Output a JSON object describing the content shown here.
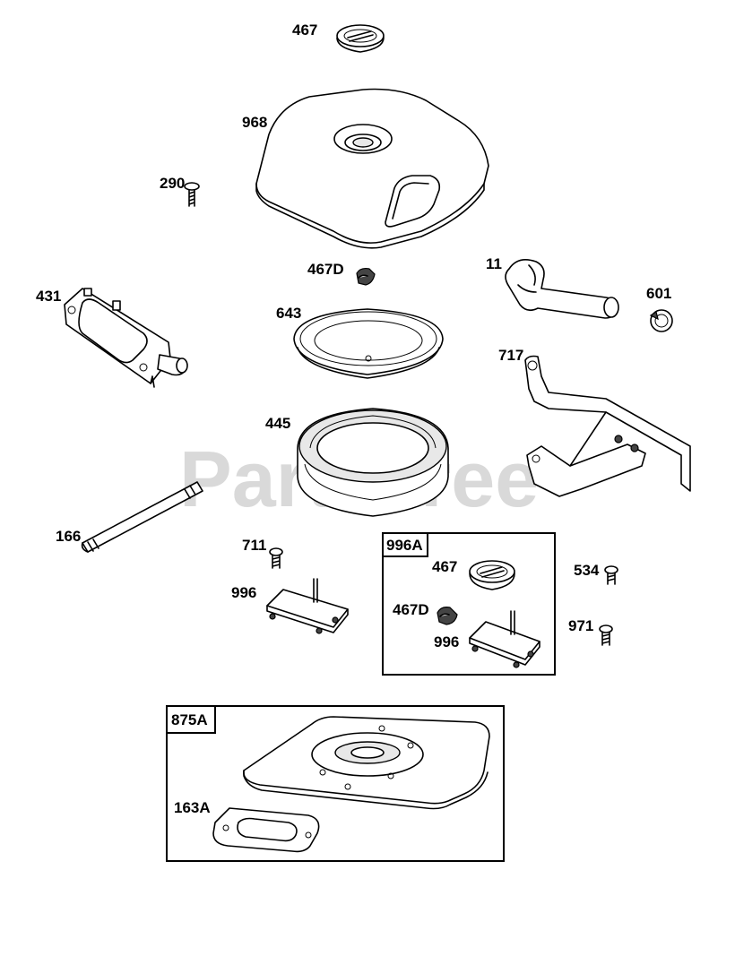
{
  "watermark": "PartsTree",
  "parts": {
    "p467": "467",
    "p968": "968",
    "p290": "290",
    "p467d": "467D",
    "p11": "11",
    "p601": "601",
    "p431": "431",
    "p643": "643",
    "p717": "717",
    "p445": "445",
    "p166": "166",
    "p711": "711",
    "p996": "996",
    "p534": "534",
    "p971": "971",
    "p163a": "163A"
  },
  "kit_996a": {
    "title": "996A",
    "p467": "467",
    "p467d": "467D",
    "p996": "996"
  },
  "kit_875a": {
    "title": "875A"
  }
}
